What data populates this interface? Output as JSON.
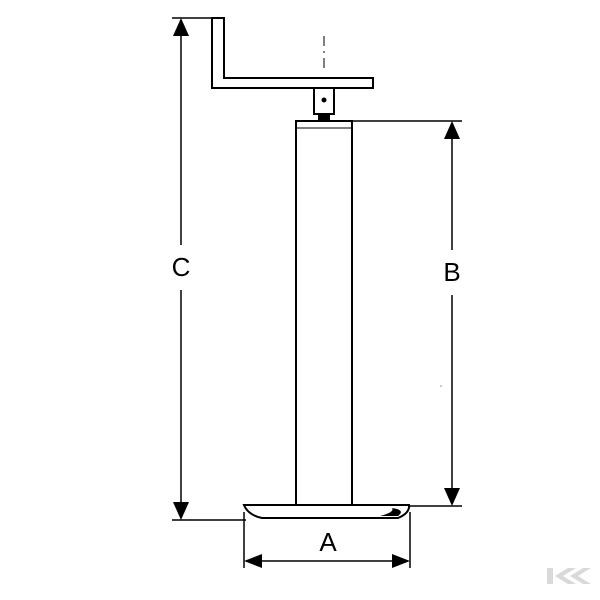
{
  "diagram": {
    "labels": {
      "width_a": "A",
      "height_b": "B",
      "height_c": "C"
    },
    "colors": {
      "line": "#000000",
      "background": "#ffffff",
      "logo": "#d9d9d9"
    },
    "icons": {
      "logo": "brand-k-logo-icon"
    }
  }
}
